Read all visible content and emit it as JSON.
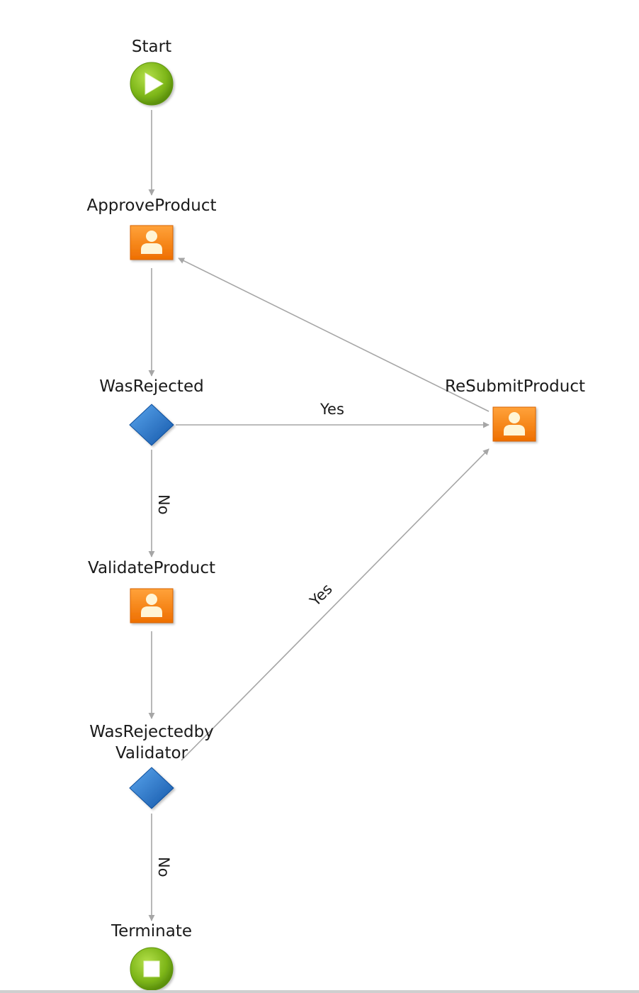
{
  "nodes": {
    "start": {
      "label": "Start",
      "type": "start",
      "color": "#7cb518"
    },
    "approve_product": {
      "label": "ApproveProduct",
      "type": "human-activity",
      "color": "#f07d0e"
    },
    "was_rejected": {
      "label": "WasRejected",
      "type": "decision",
      "color": "#1e73c8"
    },
    "resubmit_product": {
      "label": "ReSubmitProduct",
      "type": "human-activity",
      "color": "#f07d0e"
    },
    "validate_product": {
      "label": "ValidateProduct",
      "type": "human-activity",
      "color": "#f07d0e"
    },
    "was_rejected_by_validator": {
      "label_line1": "WasRejectedby",
      "label_line2": "Validator",
      "type": "decision",
      "color": "#1e73c8"
    },
    "terminate": {
      "label": "Terminate",
      "type": "end",
      "color": "#7cb518"
    }
  },
  "edges": {
    "was_rejected_yes": "Yes",
    "was_rejected_no": "No",
    "validator_yes": "Yes",
    "validator_no": "No"
  },
  "connector_color": "#a6a6a6"
}
